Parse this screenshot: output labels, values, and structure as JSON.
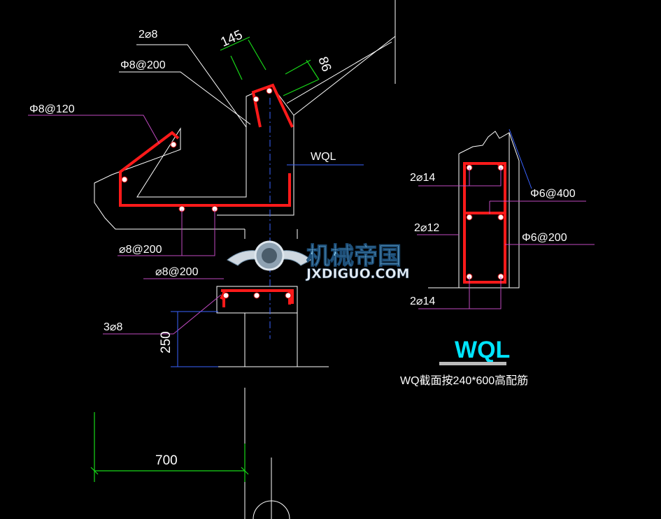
{
  "labels": {
    "bars_top": "2⌀8",
    "stirrup_top": "Φ8@200",
    "stirrup_canopy": "Φ8@120",
    "dim_145": "145",
    "dim_86": "86",
    "wql_tag": "WQL",
    "bars_canopy_bottom": "⌀8@200",
    "stirrup_lintel": "⌀8@200",
    "bars_lintel": "3⌀8",
    "dim_250": "250",
    "dim_700": "700",
    "wql_top_bars": "2⌀14",
    "wql_stirrup_a": "Φ6@400",
    "wql_mid_bars": "2⌀12",
    "wql_stirrup_b": "Φ6@200",
    "wql_bottom_bars": "2⌀14",
    "wql_title": "WQL",
    "wql_note": "WQ截面按240*600高配筋"
  },
  "watermark": {
    "brand": "机械帝国",
    "site": "JXDIGUO.COM"
  },
  "colors": {
    "background": "#000000",
    "rebar": "#ff1a1a",
    "leader": "#c04ac0",
    "dimension": "#18d818",
    "axis": "#3a63ff",
    "title": "#00e5ff"
  }
}
